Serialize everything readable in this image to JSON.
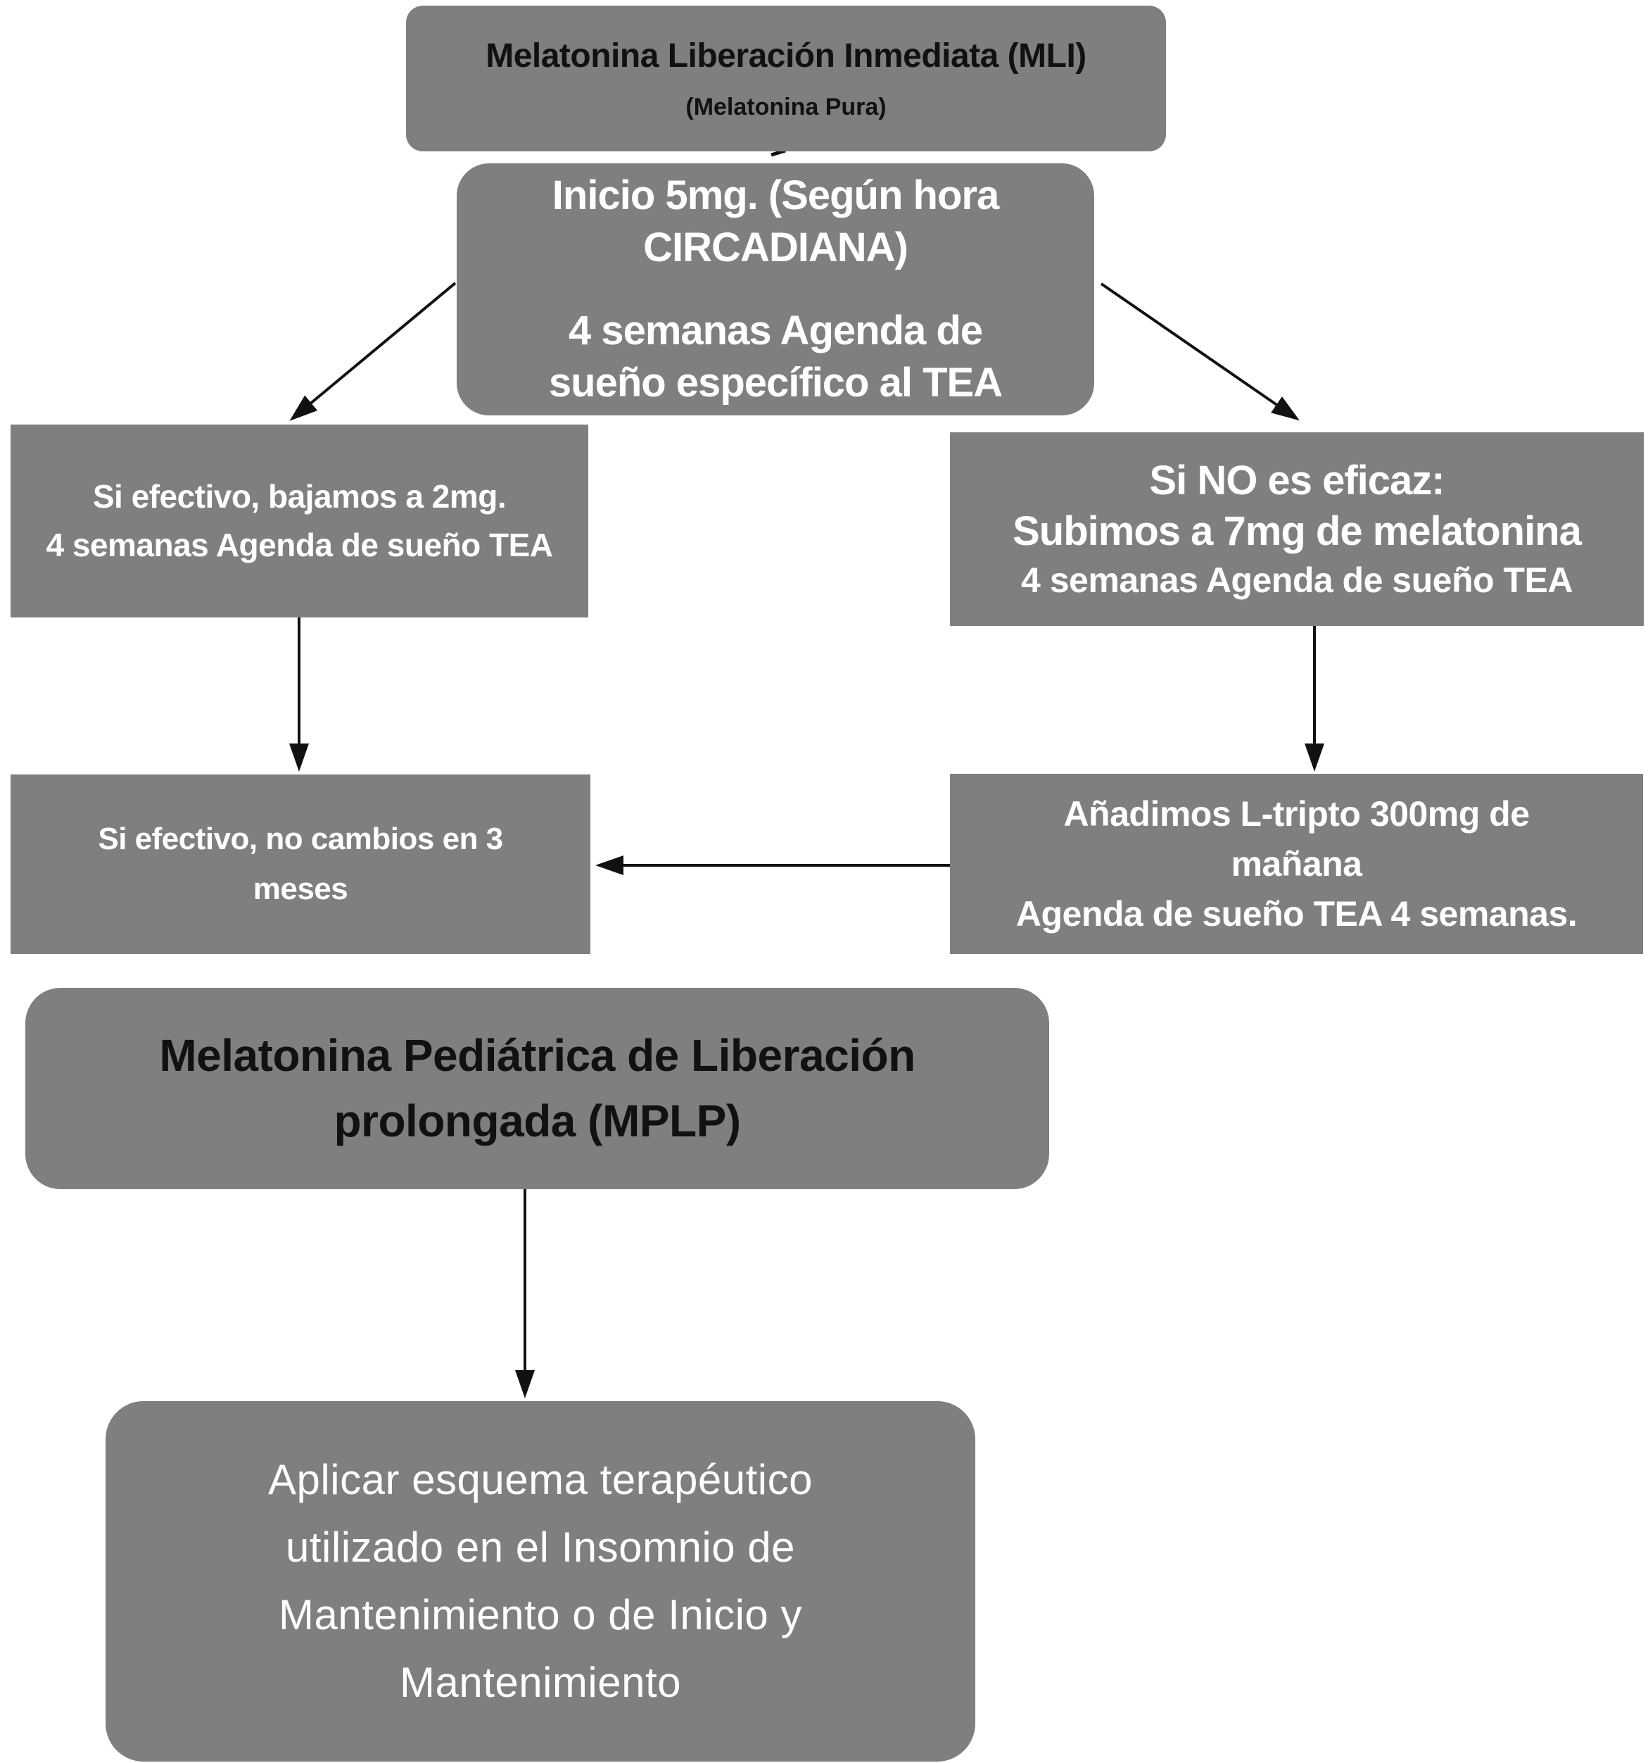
{
  "colors": {
    "background": "#ffffff",
    "box_fill": "#7f7f7f",
    "text_dark": "#111111",
    "text_light": "#ffffff",
    "arrow": "#111111"
  },
  "nodes": {
    "mli": {
      "line1": "Melatonina Liberación Inmediata (MLI)",
      "line2": "(Melatonina Pura)"
    },
    "inicio": {
      "para1": [
        "Inicio 5mg. (Según hora",
        "CIRCADIANA)"
      ],
      "para2": [
        "4 semanas Agenda de",
        "sueño específico al TEA"
      ]
    },
    "efectivo": {
      "lines": [
        "Si efectivo, bajamos a 2mg.",
        "4 semanas Agenda de sueño TEA"
      ]
    },
    "no_eficaz": {
      "line1": "Si NO es eficaz:",
      "line2": "Subimos a 7mg de melatonina",
      "line3": "4 semanas Agenda de sueño TEA"
    },
    "no_cambios": {
      "lines": [
        "Si efectivo, no cambios en 3",
        "meses"
      ]
    },
    "ltripto": {
      "lines": [
        "Añadimos L-tripto 300mg de",
        "mañana",
        "Agenda de sueño TEA 4 semanas."
      ]
    },
    "mplp": {
      "lines": [
        "Melatonina Pediátrica de Liberación",
        "prolongada (MPLP)"
      ]
    },
    "aplicar": {
      "lines": [
        "Aplicar esquema terapéutico",
        "utilizado en el Insomnio de",
        "Mantenimiento o de Inicio y",
        "Mantenimiento"
      ]
    }
  }
}
